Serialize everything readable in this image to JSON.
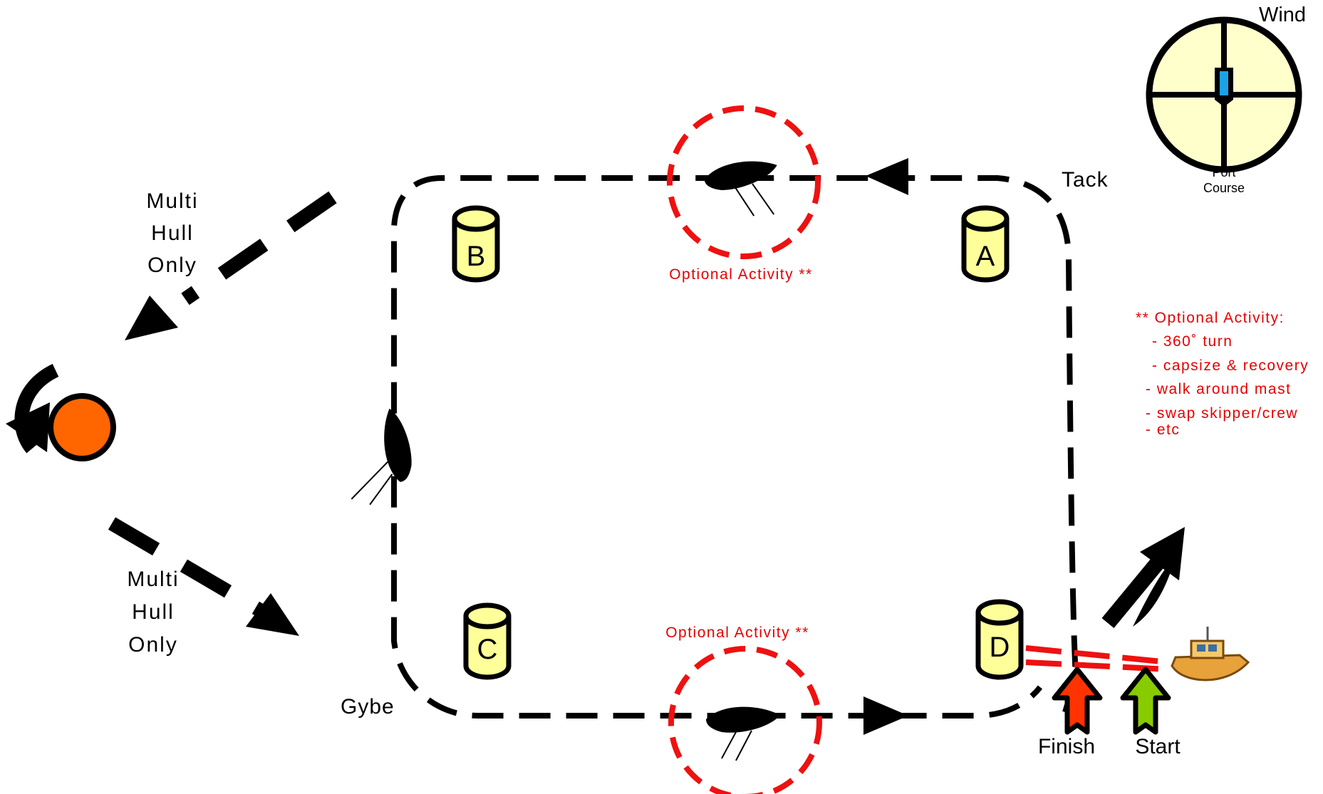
{
  "compass": {
    "wind_label": "Wind",
    "course_line1": "Port",
    "course_line2": "Course"
  },
  "labels": {
    "tack": "Tack",
    "gybe": "Gybe",
    "finish": "Finish",
    "start": "Start",
    "multihull_top": [
      "Multi",
      "Hull",
      "Only"
    ],
    "multihull_bottom": [
      "Multi",
      "Hull",
      "Only"
    ]
  },
  "marks": [
    {
      "id": "A",
      "label": "A"
    },
    {
      "id": "B",
      "label": "B"
    },
    {
      "id": "C",
      "label": "C"
    },
    {
      "id": "D",
      "label": "D"
    }
  ],
  "optional_activity": {
    "top_label": "Optional Activity **",
    "bottom_label": "Optional Activity **",
    "notes_title": "** Optional Activity:",
    "notes": [
      "- 360˚ turn",
      "- capsize & recovery",
      "- walk around mast",
      "- swap skipper/crew",
      "- etc"
    ]
  },
  "colors": {
    "mark_fill": "#ffff99",
    "compass_fill": "#ffffcc",
    "compass_pointer": "#1aa3e6",
    "turning_mark": "#ff6600",
    "optional_ring": "#ee1111",
    "notes_text": "#e60000",
    "finish_arrow": "#ff3300",
    "start_arrow": "#88cc00",
    "committee_boat": "#e8a23a"
  }
}
